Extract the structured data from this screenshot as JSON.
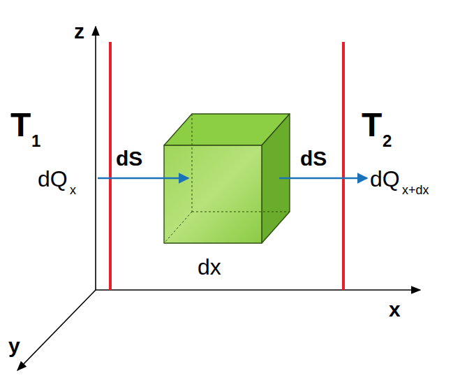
{
  "diagram": {
    "labels": [
      "z",
      "x",
      "y",
      "T",
      "1",
      "T",
      "2",
      "dQ",
      "x",
      "dS",
      "dS",
      "dQ",
      "x+dx",
      "dx"
    ]
  }
}
